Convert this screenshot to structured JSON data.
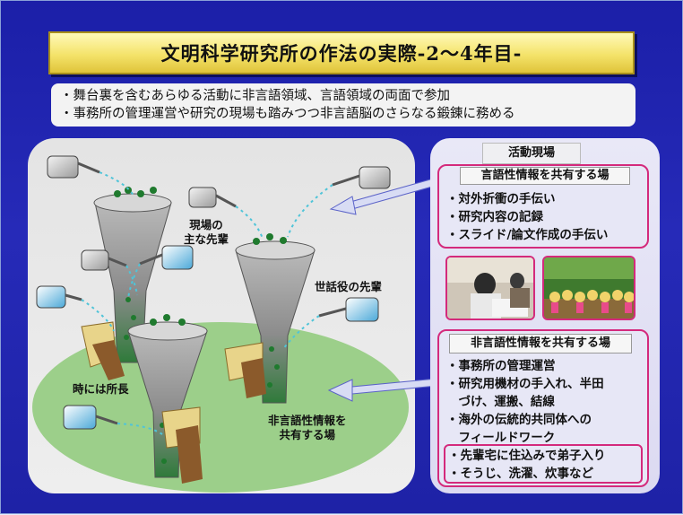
{
  "title": "文明科学研究所の作法の実際-2〜4年目-",
  "bullets": [
    "・舞台裏を含むあらゆる活動に非言語領域、言語領域の両面で参加",
    "・事務所の管理運営や研究の現場も踏みつつ非言語脳のさらなる鍛錬に務める"
  ],
  "diagram": {
    "label_main_senior": [
      "現場の",
      "主な先輩"
    ],
    "label_caretaker": "世話役の先輩",
    "label_director": "時には所長",
    "label_nonverbal": [
      "非言語性情報を",
      "共有する場"
    ]
  },
  "right": {
    "header": "活動現場",
    "verbal": {
      "title": "言語性情報を共有する場",
      "items": [
        "・対外折衝の手伝い",
        "・研究内容の記録",
        "・スライド/論文作成の手伝い"
      ]
    },
    "nonverbal": {
      "title": "非言語性情報を共有する場",
      "items": [
        "・事務所の管理運営",
        "・研究用機材の手入れ、半田",
        "　づけ、運搬、結線",
        "・海外の伝統的共同体への",
        "　フィールドワーク"
      ],
      "highlight": [
        "・先輩宅に住込みで弟子入り",
        "・そうじ、洗濯、炊事など"
      ]
    }
  },
  "colors": {
    "accent_pink": "#d42a7c",
    "title_yellow": "#f4e36a",
    "bg_blue": "#2226b0"
  }
}
